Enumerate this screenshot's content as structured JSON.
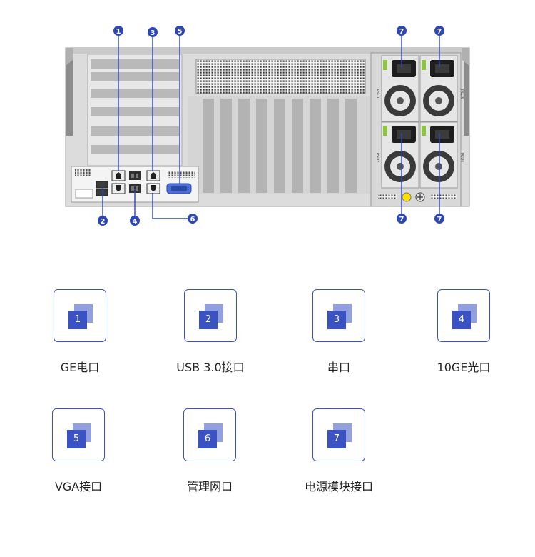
{
  "diagram": {
    "callouts": [
      "1",
      "2",
      "3",
      "4",
      "5",
      "6",
      "7",
      "7",
      "7",
      "7"
    ],
    "psu_labels": [
      "PSU1",
      "PSU3",
      "PSU2",
      "PSU4"
    ]
  },
  "legend": [
    {
      "num": "1",
      "label": "GE电口"
    },
    {
      "num": "2",
      "label": "USB 3.0接口"
    },
    {
      "num": "3",
      "label": "串口"
    },
    {
      "num": "4",
      "label": "10GE光口"
    },
    {
      "num": "5",
      "label": "VGA接口"
    },
    {
      "num": "6",
      "label": "管理网口"
    },
    {
      "num": "7",
      "label": "电源模块接口"
    }
  ],
  "colors": {
    "accent": "#3b52c4",
    "callout": "#2d46b8",
    "psu_green": "#8cc63f",
    "ground": "#ffe100"
  }
}
